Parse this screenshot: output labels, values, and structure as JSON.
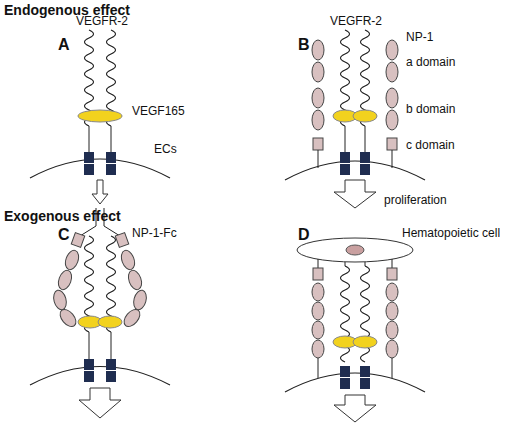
{
  "diagram": {
    "labels": [
      "Endogenous effect",
      "A",
      "VEGFR-2",
      "B",
      "VEGFR-2",
      "NP-1",
      "a domain",
      "VEGF165",
      "b domain",
      "ECs",
      "c domain",
      "proliferation",
      "Exogenous effect",
      "C",
      "NP-1-Fc",
      "D",
      "Hematopoietic cell"
    ]
  }
}
